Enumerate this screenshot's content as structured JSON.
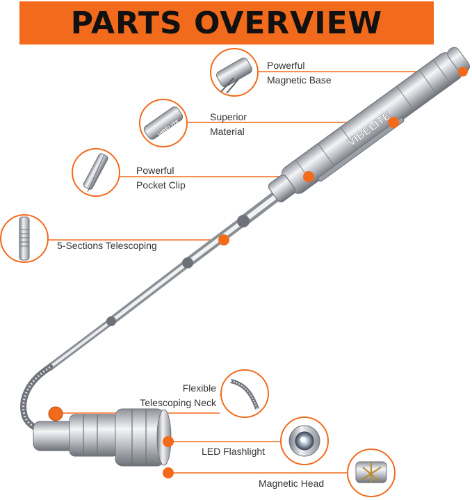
{
  "banner": {
    "title": "PARTS OVERVIEW"
  },
  "brand": {
    "text": "VIBELITE"
  },
  "colors": {
    "accent": "#f26a1b",
    "text": "#333333",
    "metal": "#c9ccd1"
  },
  "callouts": [
    {
      "id": "magnetic-base",
      "line1": "Powerful",
      "line2": "Magnetic Base",
      "icon": "magnet-base-closeup-icon"
    },
    {
      "id": "material",
      "line1": "Superior",
      "line2": "Material",
      "icon": "handle-closeup-icon"
    },
    {
      "id": "pocket-clip",
      "line1": "Powerful",
      "line2": "Pocket Clip",
      "icon": "pocket-clip-closeup-icon"
    },
    {
      "id": "telescoping",
      "line1": "5-Sections Telescoping",
      "icon": "telescope-section-closeup-icon"
    },
    {
      "id": "neck",
      "line1": "Flexible",
      "line2": "Telescoping Neck",
      "icon": "flexible-neck-closeup-icon"
    },
    {
      "id": "led",
      "line1": "LED Flashlight",
      "icon": "led-closeup-icon"
    },
    {
      "id": "head",
      "line1": "Magnetic Head",
      "icon": "magnetic-head-closeup-icon"
    }
  ]
}
